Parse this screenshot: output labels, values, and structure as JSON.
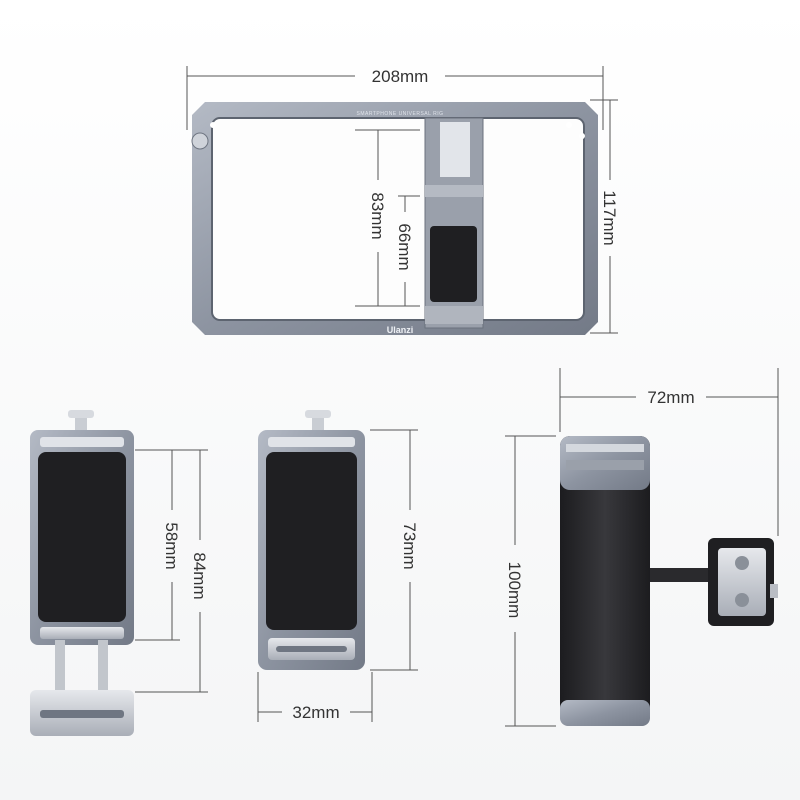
{
  "rig": {
    "brand": "Ulanzi",
    "engraving": "SMARTPHONE UNIVERSAL RIG",
    "width_label": "208mm",
    "height_label": "117mm",
    "clamp_max_label": "83mm",
    "clamp_min_label": "66mm"
  },
  "clamp_extended": {
    "min_label": "58mm",
    "max_label": "84mm"
  },
  "clamp_compact": {
    "height_label": "73mm",
    "width_label": "32mm"
  },
  "handle": {
    "height_label": "100mm",
    "width_label": "72mm"
  },
  "colors": {
    "frame": "#8f96a3",
    "grip": "#2b2b2e",
    "line": "#555555"
  }
}
